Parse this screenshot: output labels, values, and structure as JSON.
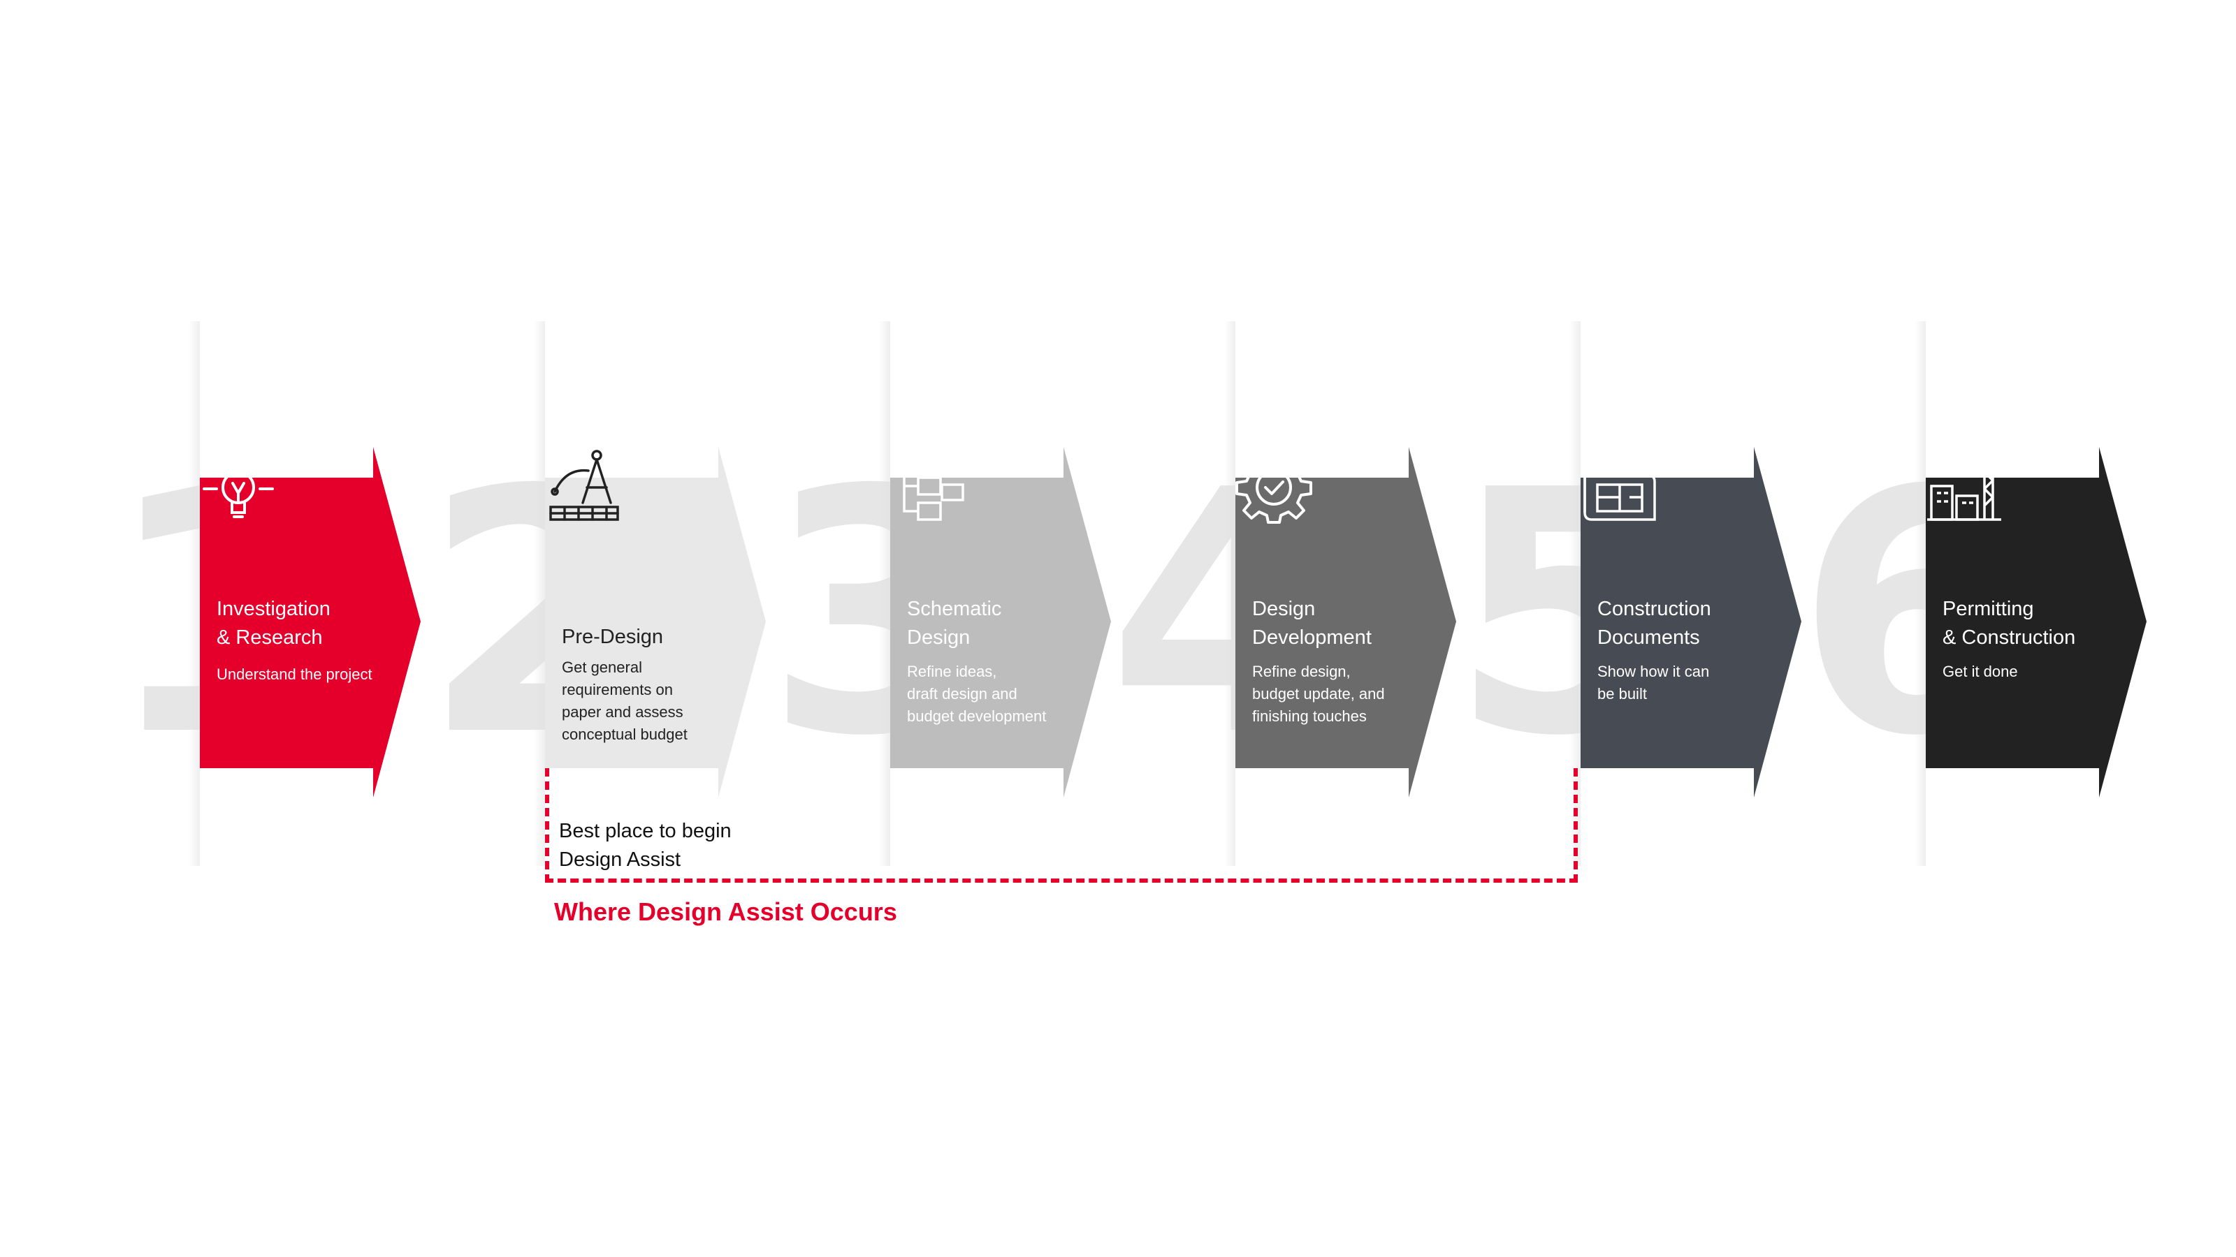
{
  "steps": [
    {
      "number": "1",
      "title": "Investigation\n& Research",
      "desc": "Understand the project",
      "color": "#e4002b",
      "icon": "lightbulb-icon"
    },
    {
      "number": "2",
      "title": "Pre-Design",
      "desc": "Get general\nrequirements on\npaper and assess\nconceptual budget",
      "color": "#e8e8e8",
      "icon": "drafting-compass-icon"
    },
    {
      "number": "3",
      "title": "Schematic\nDesign",
      "desc": "Refine ideas,\ndraft design and\nbudget development",
      "color": "#bdbdbd",
      "icon": "flowchart-gear-icon"
    },
    {
      "number": "4",
      "title": "Design\nDevelopment",
      "desc": "Refine design,\nbudget update, and\nfinishing touches",
      "color": "#6b6b6b",
      "icon": "gear-check-icon"
    },
    {
      "number": "5",
      "title": "Construction\nDocuments",
      "desc": "Show how it can\nbe built",
      "color": "#474b54",
      "icon": "blueprint-icon"
    },
    {
      "number": "6",
      "title": "Permitting\n& Construction",
      "desc": "Get it done",
      "color": "#222222",
      "icon": "crane-building-icon"
    }
  ],
  "design_assist": {
    "best_place": "Best place to begin\nDesign Assist",
    "label": "Where Design Assist Occurs",
    "accent": "#e4002b"
  }
}
